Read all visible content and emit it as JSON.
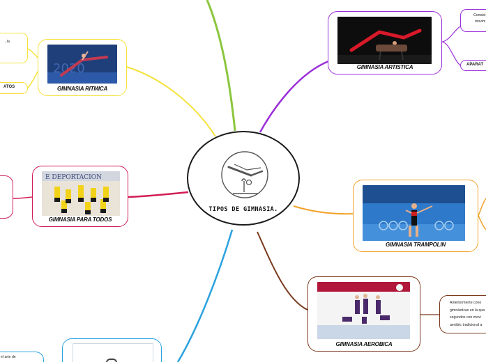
{
  "central": {
    "title": "TIPOS DE GIMNASIA.",
    "icon": "gymnast-pommel-horse-icon"
  },
  "topics": {
    "artistica": {
      "label": "GIMNASIA ARTISTICA",
      "color": "#9b2fd9"
    },
    "ritmica": {
      "label": "GIMNASIA RITMICA",
      "color": "#f5e23a"
    },
    "todos": {
      "label": "GIMNASIA PARA TODOS",
      "color": "#d11e55"
    },
    "trampolin": {
      "label": "GIMNASIA TRAMPOLIN",
      "color": "#f2a229"
    },
    "aerobica": {
      "label": "GIMNASIA AEROBICA",
      "color": "#7a3a1d"
    },
    "bottom": {
      "color": "#2aa2e0"
    }
  },
  "leaves": {
    "artistica_desc": {
      "lines": [
        "Consist",
        "movim"
      ]
    },
    "artistica_aparatos": {
      "text": "APARAT"
    },
    "ritmica_desc": {
      "lines": [
        ", la"
      ]
    },
    "ritmica_aparatos": {
      "text": "ATOS"
    },
    "aerobica_desc": {
      "lines": [
        "Anteriormente cono",
        "gimnásticas en la qua",
        "segundos con movi",
        "aeróbic tradicional a"
      ]
    },
    "bottom_desc": {
      "lines": [
        "el arte de"
      ]
    }
  },
  "branch_colors": {
    "top": "#8cc63f"
  }
}
